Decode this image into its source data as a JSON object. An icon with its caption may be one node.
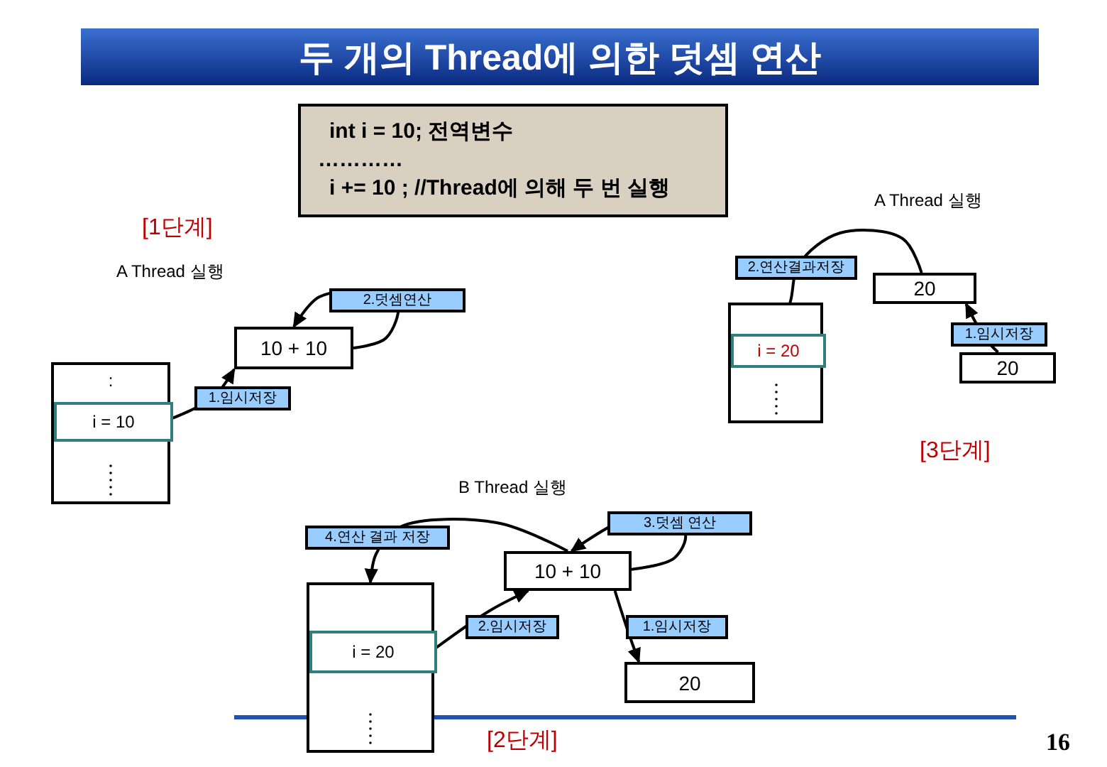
{
  "diagram": {
    "title": "두 개의 Thread에 의한 덧셈 연산",
    "nodes": [
      {
        "text": [
          "int i = 10;   전역변수",
          "…………",
          "i += 10 ;   //Thread에 의해 두 번 실행"
        ]
      },
      {
        "text": [
          ":"
        ]
      },
      {
        "text": [
          "i = 10"
        ],
        "in": 1
      },
      {
        "text": [
          "10 + 10"
        ]
      },
      {
        "text": [],
        "shape": "box"
      },
      {
        "text": [
          "i = 20"
        ],
        "in": 4
      },
      {
        "text": [
          "20"
        ]
      },
      {
        "text": [
          "20"
        ]
      },
      {
        "text": [],
        "shape": "box"
      },
      {
        "text": [
          "i = 20"
        ],
        "in": 8
      },
      {
        "text": [
          "10 + 10"
        ]
      },
      {
        "text": [
          "20"
        ]
      }
    ],
    "edges": [
      {
        "from": 2,
        "to": 3,
        "arrow": "to",
        "label": "1.임시저장"
      },
      {
        "from": 3,
        "to": 3,
        "arrow": "to",
        "label": "2.덧셈연산"
      },
      {
        "from": 7,
        "to": 6,
        "arrow": "to",
        "label": "1.임시저장"
      },
      {
        "from": 6,
        "to": 5,
        "arrow": "to",
        "label": "2.연산결과저장"
      },
      {
        "from": 9,
        "to": 10,
        "arrow": "to",
        "label": "2.임시저장"
      },
      {
        "from": 10,
        "to": 11,
        "arrow": "to",
        "label": "1.임시저장"
      },
      {
        "from": 10,
        "to": 10,
        "arrow": "to",
        "label": "3.덧셈 연산"
      },
      {
        "from": 10,
        "to": 8,
        "arrow": "to",
        "label": "4.연산 결과 저장"
      }
    ],
    "labels": [
      "A Thread 실행",
      "[1단계]",
      "A Thread 실행",
      "[3단계]",
      "B Thread 실행",
      "[2단계]",
      "16"
    ]
  }
}
